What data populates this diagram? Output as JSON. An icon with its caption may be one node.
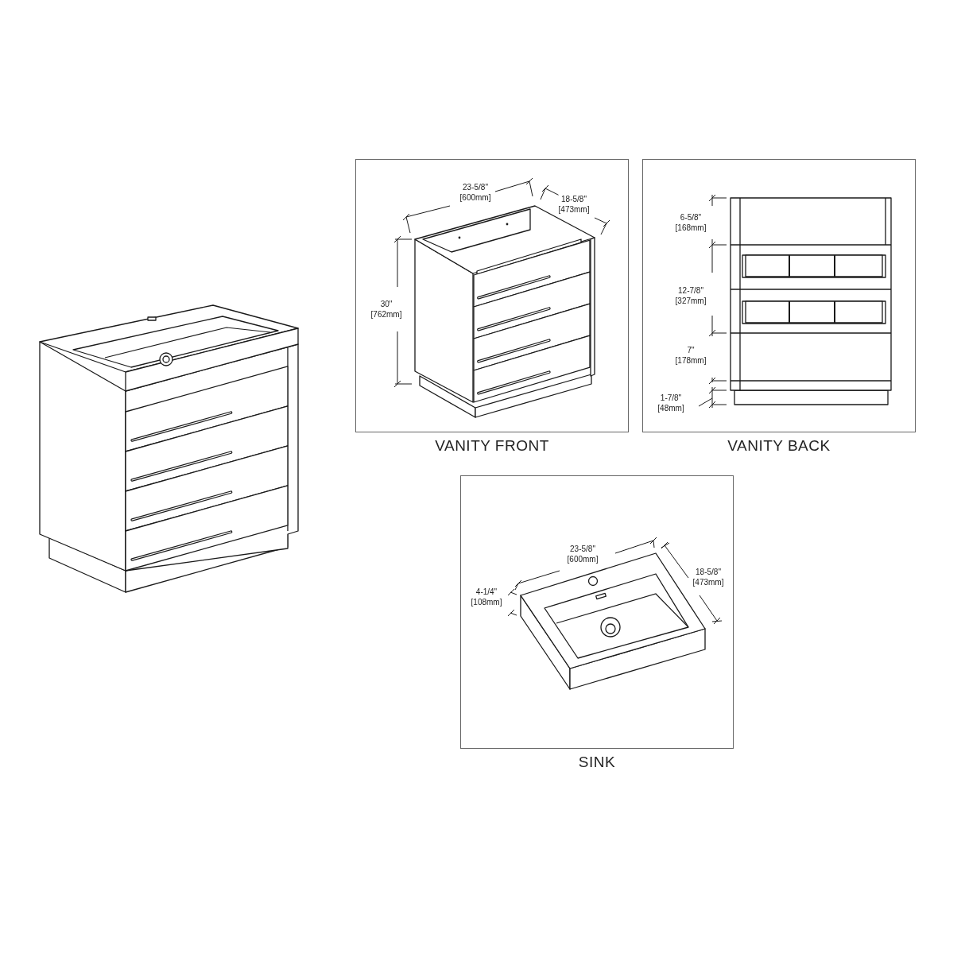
{
  "diagram": {
    "nodes": [
      {
        "text": [
          "VANITY FRONT"
        ]
      },
      {
        "text": [
          "VANITY BACK"
        ]
      },
      {
        "text": [
          "SINK"
        ]
      }
    ],
    "labels": [
      "23-5/8\" [600mm]",
      "18-5/8\" [473mm]",
      "30\" [762mm]",
      "6-5/8\" [168mm]",
      "12-7/8\" [327mm]",
      "7\" [178mm]",
      "1-7/8\" [48mm]",
      "23-5/8\" [600mm]",
      "18-5/8\" [473mm]",
      "4-1/4\" [108mm]"
    ]
  }
}
